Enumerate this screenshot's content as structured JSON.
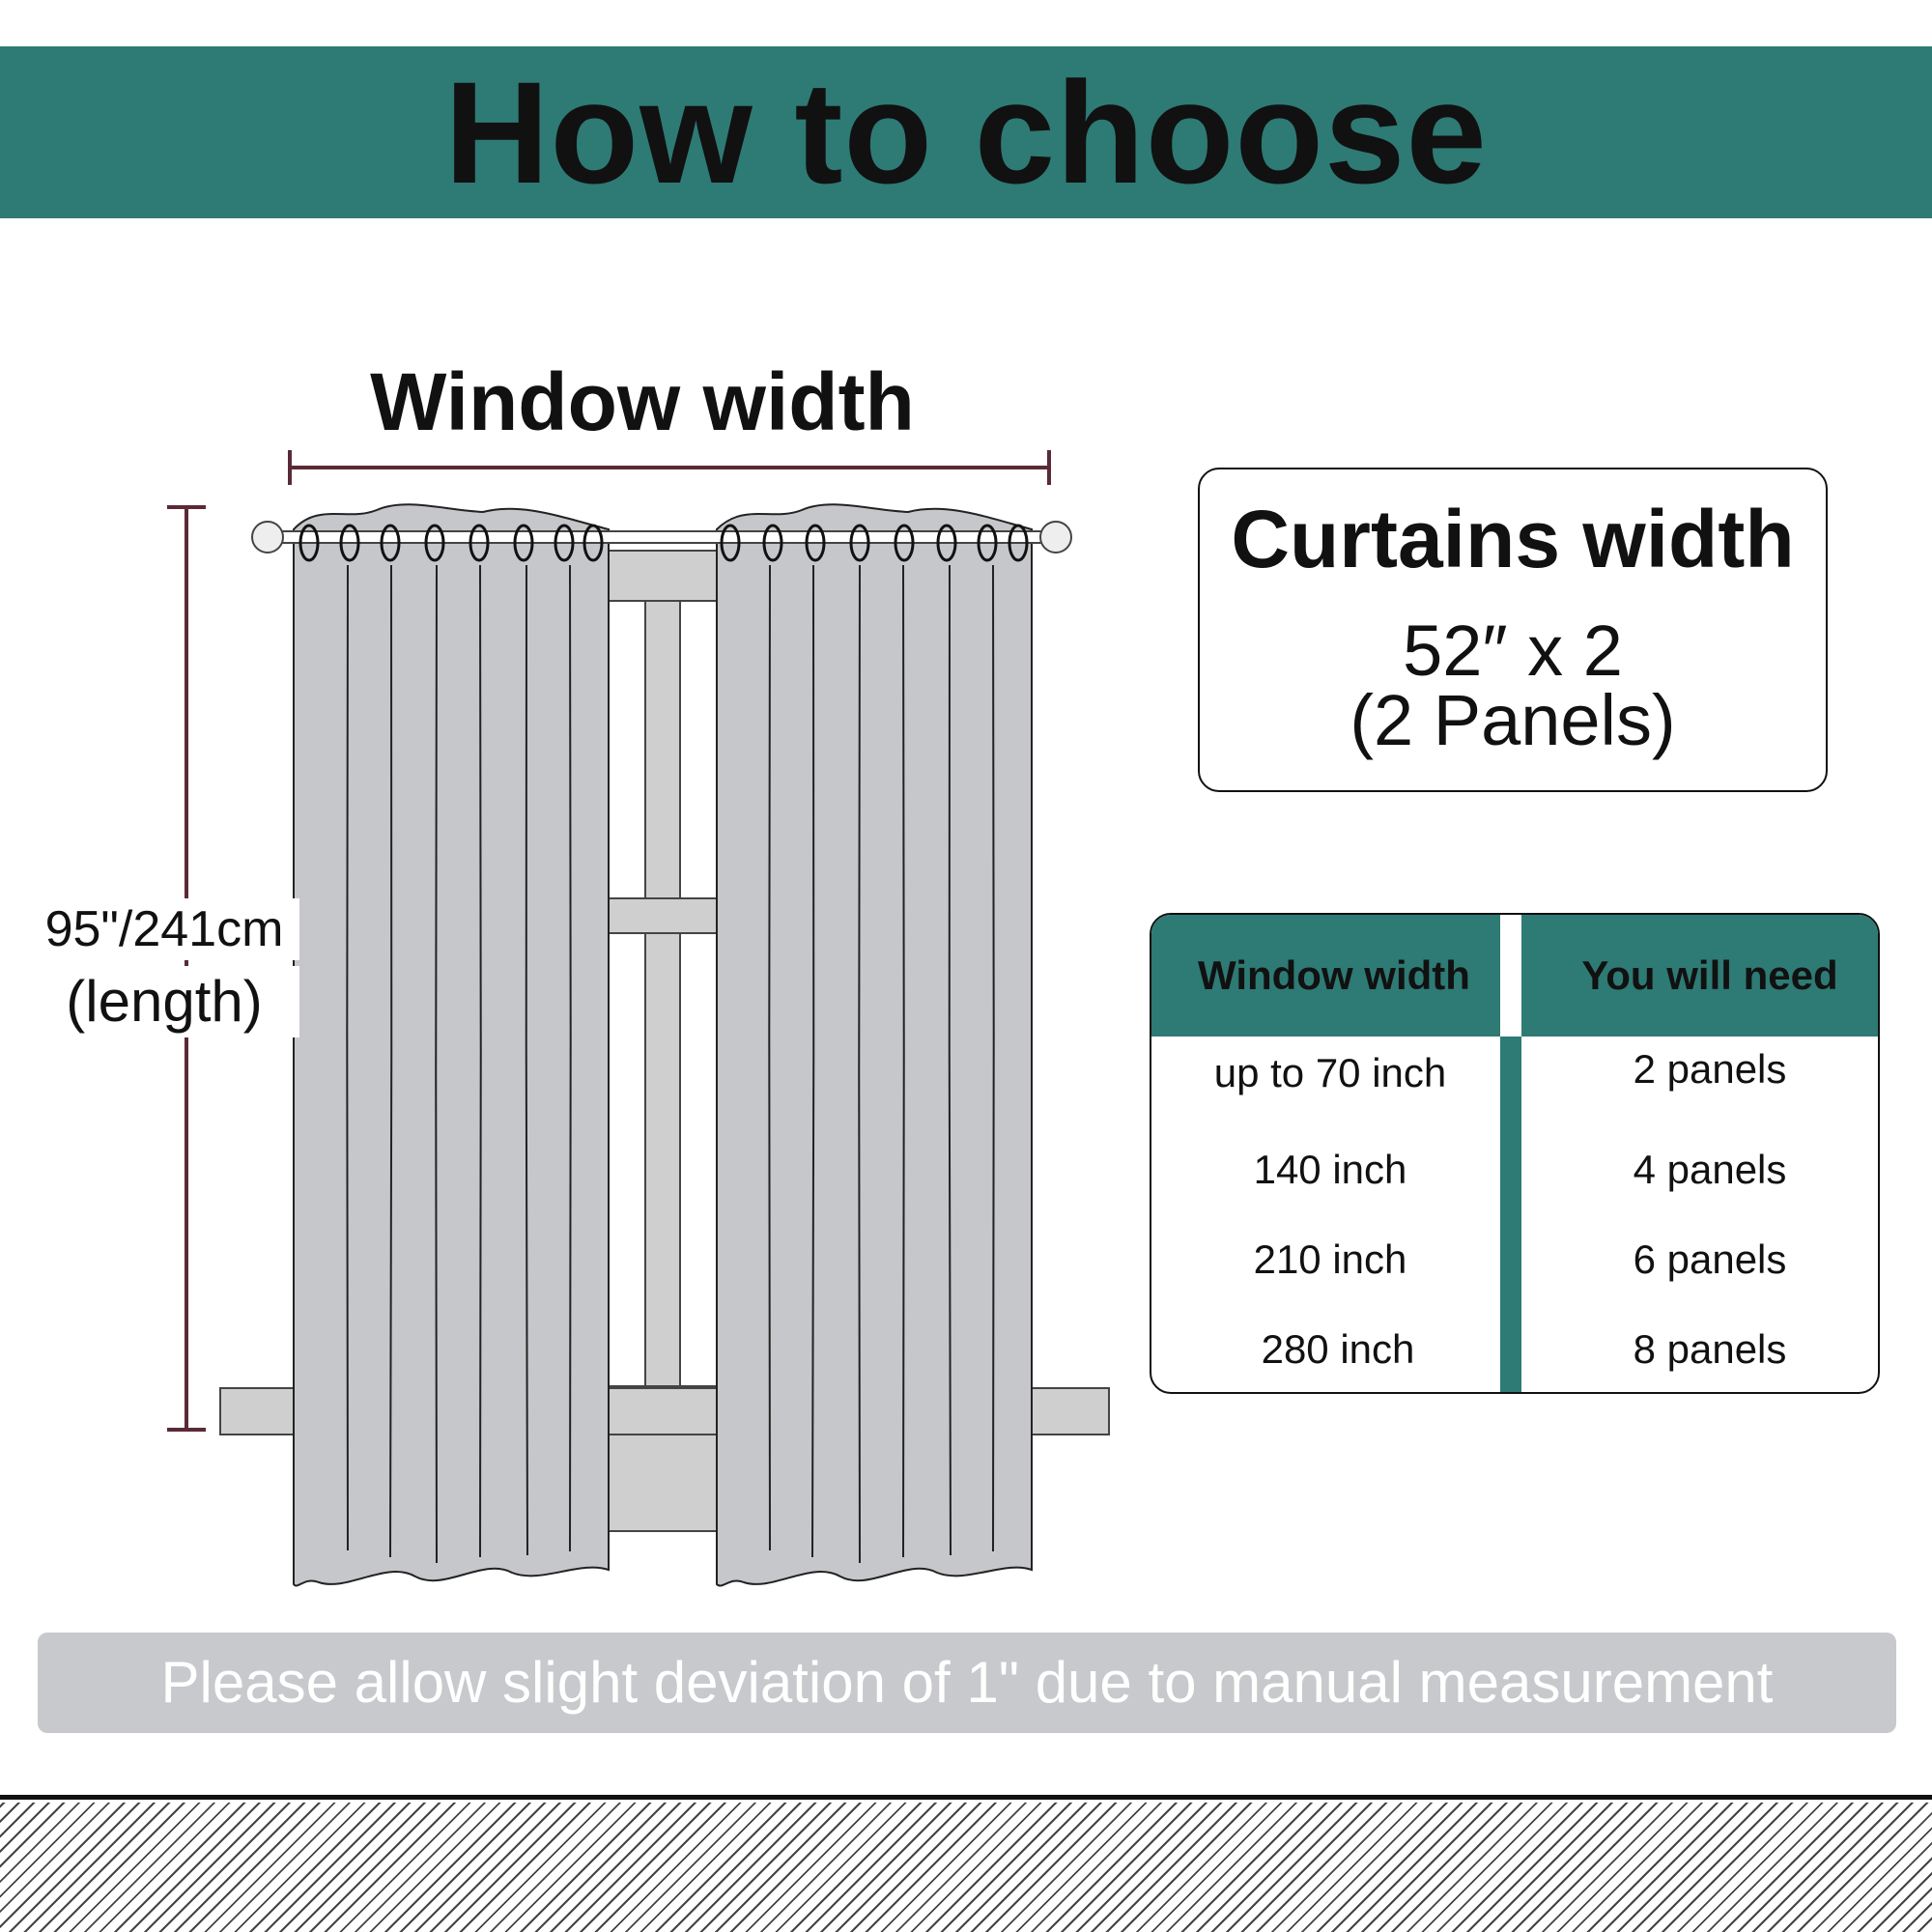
{
  "header": {
    "title": "How to choose"
  },
  "diagram": {
    "window_width_label": "Window width",
    "length_value": "95\"/241cm",
    "length_label": "(length)",
    "curtain_color": "#c6c7ca",
    "window_color": "#cfcfcf",
    "dimension_color": "#5a2a36"
  },
  "curtains_box": {
    "title": "Curtains width",
    "value": "52″ x 2",
    "subtitle": "(2 Panels)"
  },
  "table": {
    "headers": [
      "Window width",
      "You will need"
    ],
    "rows": [
      [
        "up to 70 inch",
        "2 panels"
      ],
      [
        "140 inch",
        "4 panels"
      ],
      [
        "210 inch",
        "6 panels"
      ],
      [
        "280 inch",
        "8 panels"
      ]
    ],
    "accent_color": "#2e7a74"
  },
  "footer": {
    "note": "Please allow slight deviation of 1\" due to manual measurement"
  }
}
